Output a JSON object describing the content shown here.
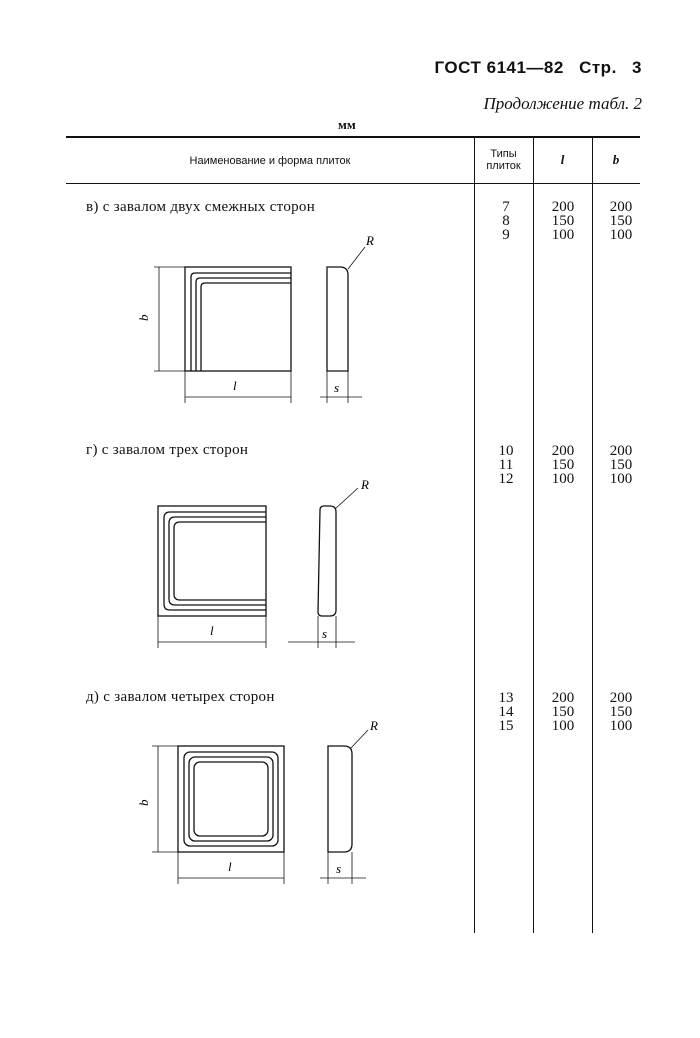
{
  "header": {
    "standard": "ГОСТ 6141—82",
    "page_label": "Стр.",
    "page_number": "3"
  },
  "continuation": "Продолжение табл. 2",
  "units": "мм",
  "table": {
    "headers": {
      "name": "Наименование и форма плиток",
      "types": [
        "Типы",
        "плиток"
      ],
      "l": "l",
      "b": "b"
    },
    "rows": [
      {
        "title": "в) с завалом двух смежных сторон",
        "types": [
          "7",
          "8",
          "9"
        ],
        "l": [
          "200",
          "150",
          "100"
        ],
        "b": [
          "200",
          "150",
          "100"
        ]
      },
      {
        "title": "г) с завалом трех сторон",
        "types": [
          "10",
          "11",
          "12"
        ],
        "l": [
          "200",
          "150",
          "100"
        ],
        "b": [
          "200",
          "150",
          "100"
        ]
      },
      {
        "title": "д) с завалом четырех сторон",
        "types": [
          "13",
          "14",
          "15"
        ],
        "l": [
          "200",
          "150",
          "100"
        ],
        "b": [
          "200",
          "150",
          "100"
        ]
      }
    ]
  },
  "figure_labels": {
    "b": "b",
    "l": "l",
    "s": "s",
    "R": "R"
  }
}
